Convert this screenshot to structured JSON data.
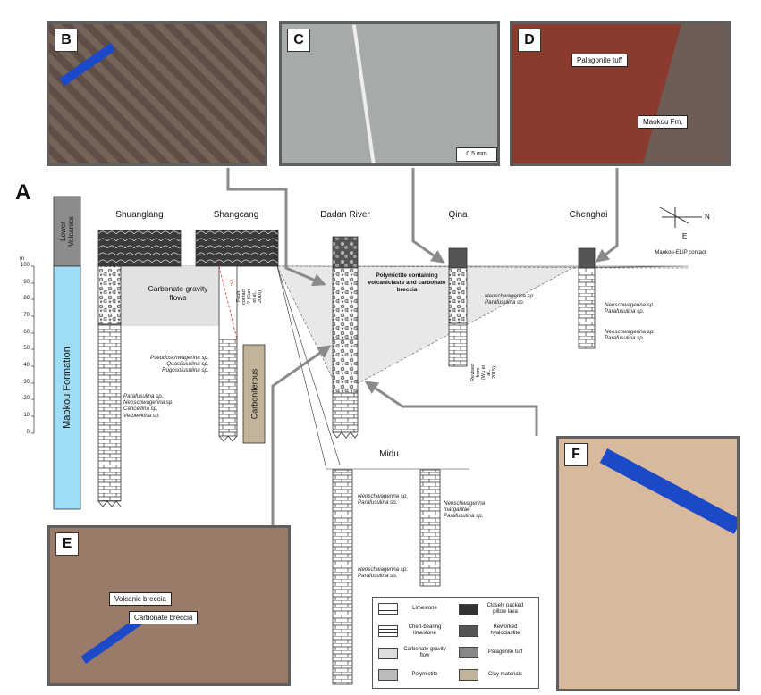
{
  "panels": {
    "A": "A",
    "B": "B",
    "C": "C",
    "D": "D",
    "E": "E",
    "F": "F"
  },
  "photo_c": {
    "scale_bar": "0.5 mm"
  },
  "photo_d": {
    "palagonite": "Palagonite tuff",
    "maokou": "Maokou Fm."
  },
  "photo_e": {
    "volcanic": "Volcanic breccia",
    "carbonate": "Carbonate breccia"
  },
  "columns": {
    "lower_volcanics": "Lower Volcanics",
    "maokou_formation": "Maokou Formation",
    "carboniferous": "Carboniferous"
  },
  "scale": {
    "unit": "m",
    "ticks": [
      "100",
      "90",
      "80",
      "70",
      "60",
      "50",
      "40",
      "30",
      "20",
      "10",
      "0"
    ]
  },
  "sections": {
    "shuanglang": "Shuanglang",
    "shangcang": "Shangcang",
    "dadan": "Dadan River",
    "qina": "Qina",
    "chenghai": "Chenghai",
    "midu": "Midu"
  },
  "compass": {
    "n": "N",
    "e": "E"
  },
  "annotations": {
    "carbonate_gravity": "Carbonate gravity flows",
    "polymictite": "Polymictite containing volcaniclasts and carbonate breccia",
    "fault_q": "?",
    "fault_contact": "Fault contact ? (Sun et al., 2016)",
    "revised": "Revised from (Wu et al., 2015)",
    "maokou_elip": "Maokou-ELIP contact"
  },
  "fossils": {
    "shangcang": [
      "Pseudoschwagerina sp.",
      "Quasifusulina sp.",
      "Rugosofusulina sp."
    ],
    "shuanglang": [
      "Parafusulina sp.",
      "Neoschwagerina sp.",
      "Cancellina sp.",
      "Verbeekina sp."
    ],
    "qina": [
      "Neoschwagerina sp.",
      "Parafusulina sp."
    ],
    "chenghai1": [
      "Neoschwagerina sp.",
      "Parafusulina sp."
    ],
    "chenghai2": [
      "Neoschwagerina sp.",
      "Parafusulina sp."
    ],
    "midu1": [
      "Neoschwagerina sp.",
      "Parafusulina sp."
    ],
    "midu2": [
      "Neoschwagerina",
      "margaritae",
      "Parafusulina sp."
    ],
    "midu3": [
      "Neoschwagerina sp.",
      "Parafusulina sp."
    ]
  },
  "legend": {
    "limestone": "Limestone",
    "chert": "Chert-bearing limestone",
    "gravity": "Carbonate gravity flow",
    "polymictite": "Polymictite",
    "pillow": "Closely packed pillow lava",
    "hyaloclastite": "Reworked hyaloclastite",
    "palagonite": "Palagonite tuff",
    "clay": "Clay materials"
  },
  "colors": {
    "photo_border": "#5f5f5f",
    "maokou_fill": "#9fdcf5",
    "volcanics_fill": "#8c8c8c",
    "carboniferous_fill": "#c2b49a",
    "arrow": "#8a8a8a",
    "red_fault": "#d33"
  }
}
